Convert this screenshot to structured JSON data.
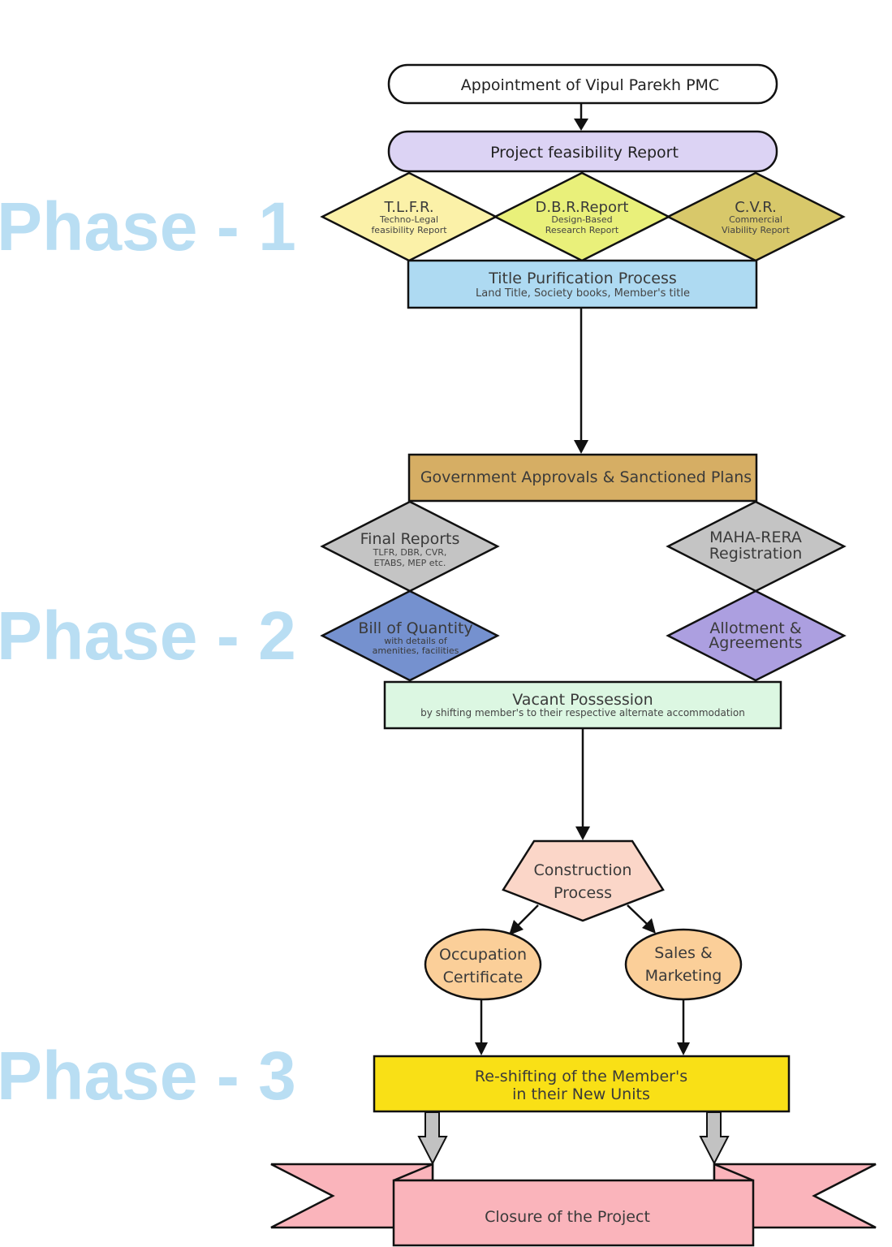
{
  "phases": [
    {
      "label": "Phase - 1"
    },
    {
      "label": "Phase - 2"
    },
    {
      "label": "Phase - 3"
    }
  ],
  "colors": {
    "phase_text": "#b9def3",
    "feasibility": "#dcd3f4",
    "tlfr": "#fbf1a8",
    "dbr": "#e9f07a",
    "cvr": "#d8c86a",
    "title": "#aedaf2",
    "gov": "#d6ae64",
    "final_reports": "#c4c4c4",
    "rera": "#c4c4c4",
    "boq": "#7591cf",
    "allotment": "#ac9fe0",
    "vacant": "#dcf7e2",
    "construction": "#fbd6c8",
    "occupation": "#fbcf99",
    "sales": "#fbcf99",
    "reshifting": "#f9e016",
    "closure": "#fab4bb",
    "arrow_gray": "#c2c2c2"
  },
  "nodes": {
    "appointment": {
      "label": "Appointment of Vipul Parekh PMC"
    },
    "feasibility": {
      "label": "Project feasibility Report"
    },
    "tlfr": {
      "title": "T.L.F.R.",
      "sub1": "Techno-Legal",
      "sub2": "feasibility Report"
    },
    "dbr": {
      "title": "D.B.R.Report",
      "sub1": "Design-Based",
      "sub2": "Research Report"
    },
    "cvr": {
      "title": "C.V.R.",
      "sub1": "Commercial",
      "sub2": "Viability Report"
    },
    "title_purification": {
      "title": "Title Purification Process",
      "sub": "Land Title, Society books, Member's title"
    },
    "gov_approvals": {
      "label": "Government Approvals & Sanctioned Plans"
    },
    "final_reports": {
      "title": "Final Reports",
      "sub1": "TLFR, DBR, CVR,",
      "sub2": "ETABS, MEP etc."
    },
    "maha_rera": {
      "line1": "MAHA-RERA",
      "line2": "Registration"
    },
    "boq": {
      "title": "Bill of Quantity",
      "sub1": "with details of",
      "sub2": "amenities, facilities"
    },
    "allotment": {
      "line1": "Allotment &",
      "line2": "Agreements"
    },
    "vacant_possession": {
      "title": "Vacant Possession",
      "sub": "by shifting member's to their respective alternate accommodation"
    },
    "construction": {
      "line1": "Construction",
      "line2": "Process"
    },
    "occupation": {
      "line1": "Occupation",
      "line2": "Certificate"
    },
    "sales": {
      "line1": "Sales &",
      "line2": "Marketing"
    },
    "reshifting": {
      "line1": "Re-shifting of the Member's",
      "line2": "in their New Units"
    },
    "closure": {
      "label": "Closure of the Project"
    }
  }
}
